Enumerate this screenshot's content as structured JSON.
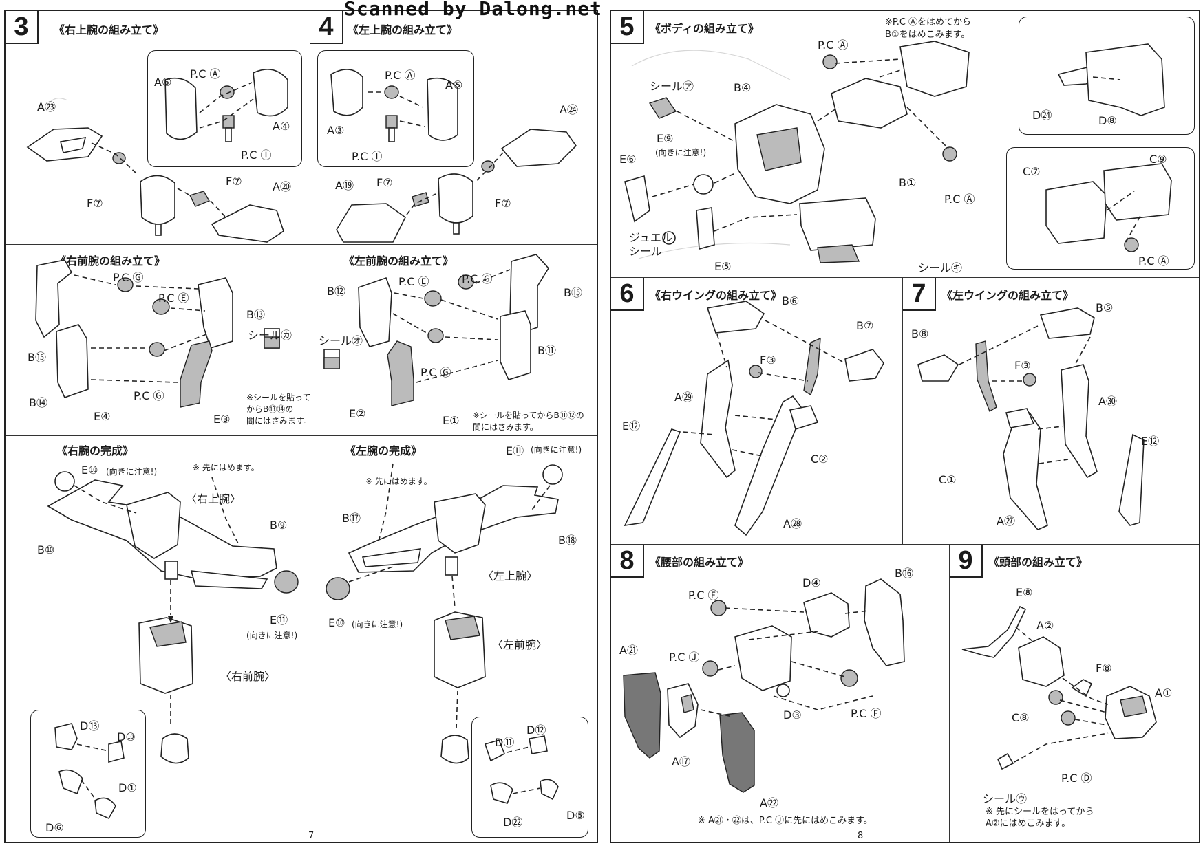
{
  "watermark": "Scanned by Dalong.net",
  "left_page": {
    "number": "7",
    "step3": {
      "num": "3",
      "title": "《右上腕の組み立て》",
      "labels": [
        "A㉓",
        "A⑥",
        "P.C Ⓐ",
        "A④",
        "P.C Ⓘ",
        "F⑦",
        "F⑦",
        "A⑳"
      ]
    },
    "step4": {
      "num": "4",
      "title": "《左上腕の組み立て》",
      "labels": [
        "P.C Ⓐ",
        "A⑤",
        "A㉔",
        "A③",
        "P.C Ⓘ",
        "A⑲",
        "F⑦",
        "F⑦"
      ]
    },
    "right_forearm": {
      "title": "《右前腕の組み立て》",
      "labels": [
        "P.C Ⓖ",
        "P.C Ⓔ",
        "B⑬",
        "B⑮",
        "シール㋕",
        "B⑭",
        "P.C Ⓖ",
        "E④",
        "E③"
      ],
      "note": "※シールを貼って\nからB⑬⑭の\n間にはさみます。"
    },
    "left_forearm": {
      "title": "《左前腕の組み立て》",
      "labels": [
        "B⑫",
        "P.C Ⓔ",
        "P.C Ⓖ",
        "B⑮",
        "シール㋔",
        "B⑪",
        "P.C Ⓖ",
        "E②",
        "E①"
      ],
      "note": "※シールを貼ってからB⑪⑫の\n間にはさみます。"
    },
    "right_arm_done": {
      "title": "《右腕の完成》",
      "labels": [
        "E⑩",
        "(向きに注意!)",
        "※ 先にはめます。",
        "〈右上腕〉",
        "B⑨",
        "B⑩",
        "E⑪",
        "(向きに注意!)",
        "〈右前腕〉",
        "D⑬",
        "D⑩",
        "D①",
        "D⑥"
      ]
    },
    "left_arm_done": {
      "title": "《左腕の完成》",
      "labels": [
        "E⑪",
        "(向きに注意!)",
        "※ 先にはめます。",
        "B⑰",
        "B⑱",
        "〈左上腕〉",
        "E⑩",
        "(向きに注意!)",
        "〈左前腕〉",
        "D⑪",
        "D⑫",
        "D㉒",
        "D⑤"
      ]
    }
  },
  "right_page": {
    "number": "8",
    "step5": {
      "num": "5",
      "title": "《ボディの組み立て》",
      "note": "※P.C Ⓐをはめてから\nB①をはめこみます。",
      "labels": [
        "P.C Ⓐ",
        "シール㋐",
        "B④",
        "E⑨",
        "(向きに注意!)",
        "E⑥",
        "B①",
        "P.C Ⓐ",
        "ジュエル",
        "シール",
        "E⑤",
        "シール㋖",
        "D㉔",
        "D⑧",
        "C⑦",
        "C⑨",
        "P.C Ⓐ"
      ]
    },
    "step6": {
      "num": "6",
      "title": "《右ウイングの組み立て》",
      "labels": [
        "B⑥",
        "B⑦",
        "F③",
        "A㉙",
        "E⑫",
        "C②",
        "A㉘"
      ]
    },
    "step7": {
      "num": "7",
      "title": "《左ウイングの組み立て》",
      "labels": [
        "B⑤",
        "B⑧",
        "F③",
        "A㉚",
        "E⑫",
        "C①",
        "A㉗"
      ]
    },
    "step8": {
      "num": "8",
      "title": "《腰部の組み立て》",
      "labels": [
        "D④",
        "B⑯",
        "P.C Ⓕ",
        "P.C Ⓙ",
        "A㉑",
        "D③",
        "P.C Ⓕ",
        "A⑰",
        "A㉒"
      ],
      "note": "※ A㉑・㉒は、P.C Ⓙに先にはめこみます。"
    },
    "step9": {
      "num": "9",
      "title": "《頭部の組み立て》",
      "labels": [
        "E⑧",
        "A②",
        "F⑧",
        "A①",
        "C⑧",
        "P.C Ⓓ",
        "シール㋒"
      ],
      "note": "※ 先にシールをはってから\nA②にはめこみます。"
    }
  }
}
